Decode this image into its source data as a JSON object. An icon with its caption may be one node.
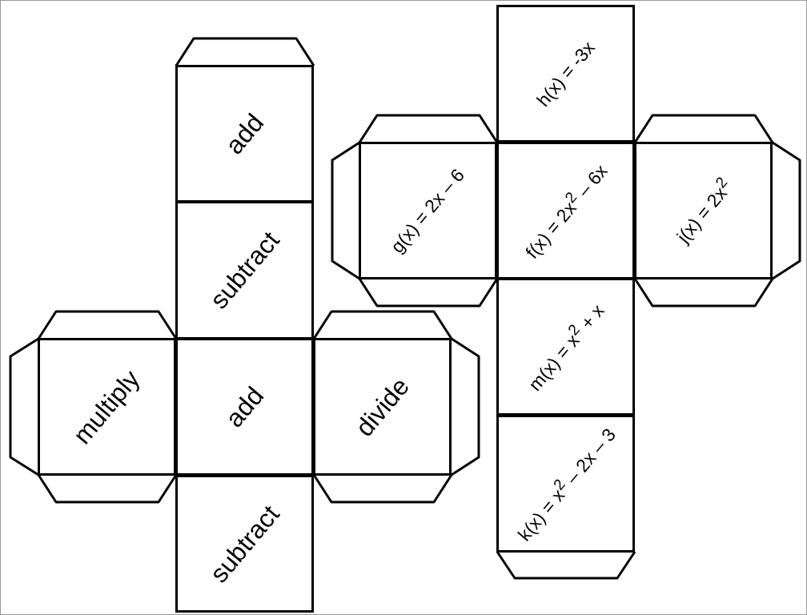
{
  "diagram": {
    "nodes": [
      {
        "text": [
          "add"
        ]
      },
      {
        "text": [
          "subtract"
        ]
      },
      {
        "text": [
          "multiply"
        ]
      },
      {
        "text": [
          "add"
        ]
      },
      {
        "text": [
          "divide"
        ]
      },
      {
        "text": [
          "subtract"
        ]
      },
      {
        "text": [
          "h(x) = -3x"
        ]
      },
      {
        "text": [
          "g(x) = 2x – 6"
        ]
      },
      {
        "text": [
          "f(x) = 2x$^{2}$ – 6x"
        ]
      },
      {
        "text": [
          "j(x) = 2x$^{2}$"
        ]
      },
      {
        "text": [
          "m(x) = x$^{2}$ + x"
        ]
      },
      {
        "text": [
          "k(x) = x$^{2}$ – 2x – 3"
        ]
      }
    ],
    "edges": []
  }
}
